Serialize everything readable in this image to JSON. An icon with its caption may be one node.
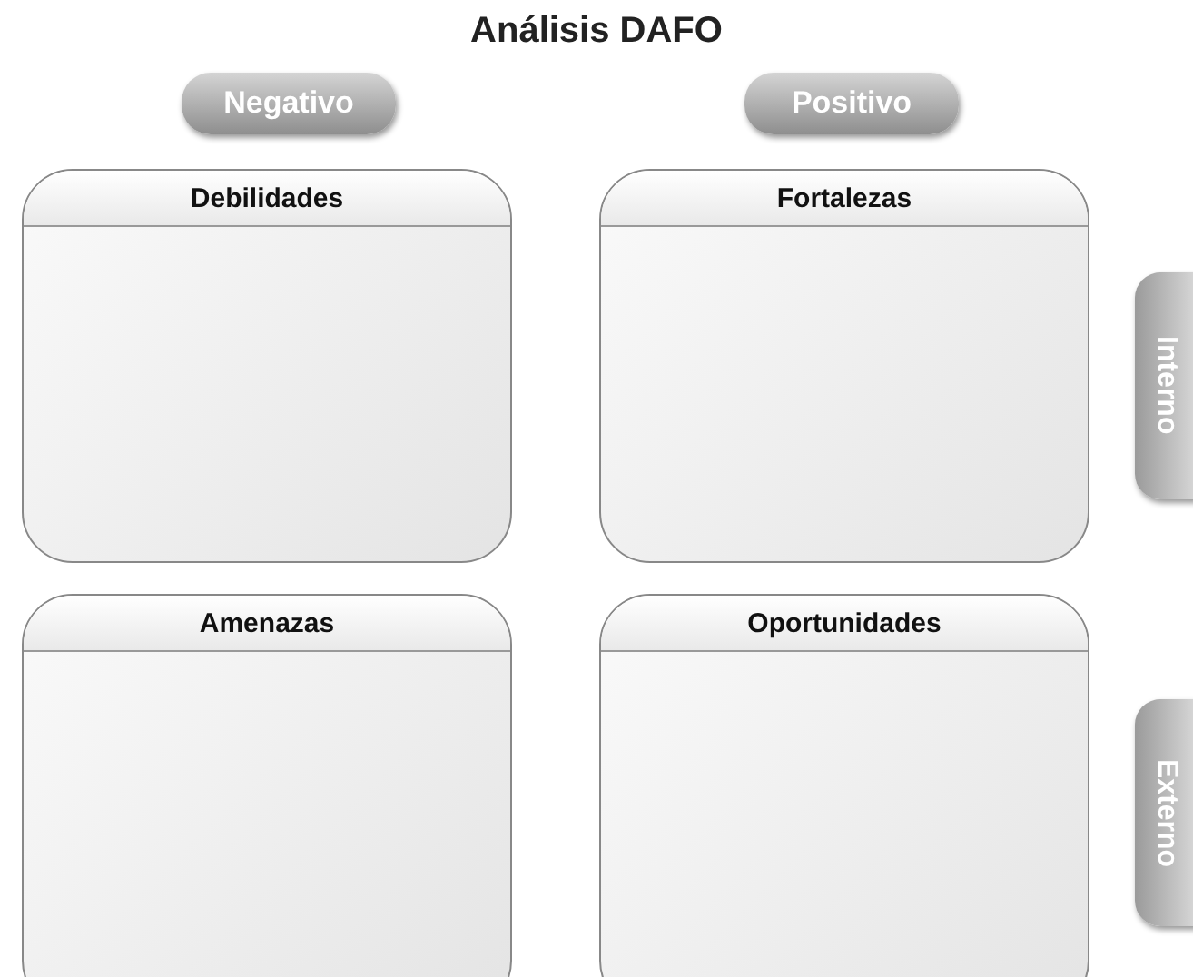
{
  "diagram": {
    "title": "Análisis DAFO",
    "nodes": [
      {
        "text": [
          "Negativo"
        ]
      },
      {
        "text": [
          "Positivo"
        ]
      },
      {
        "text": [
          "Debilidades"
        ]
      },
      {
        "text": [
          "Fortalezas"
        ]
      },
      {
        "text": [
          "Interno"
        ]
      },
      {
        "text": [
          "Amenazas"
        ]
      },
      {
        "text": [
          "Oportunidades"
        ]
      },
      {
        "text": [
          "Externo"
        ]
      }
    ]
  }
}
